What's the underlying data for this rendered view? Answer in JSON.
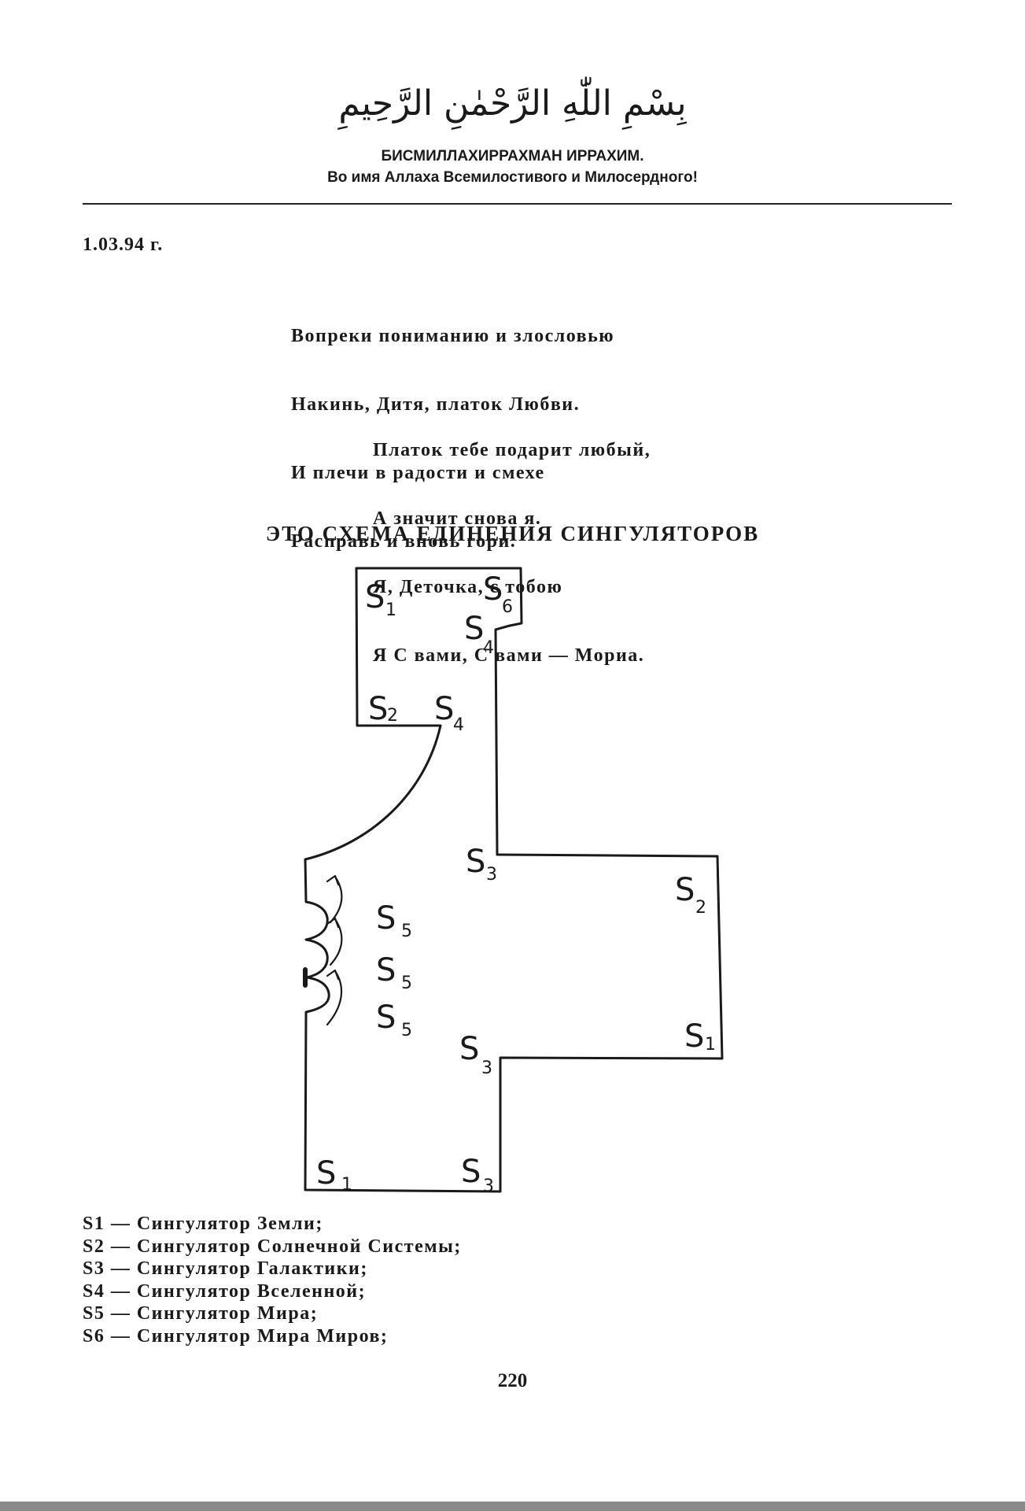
{
  "header": {
    "arabic": "بِسْمِ اللّٰهِ الرَّحْمٰنِ الرَّحِيمِ",
    "transliteration": "БИСМИЛЛАХИРРАХМАН ИРРАХИМ.",
    "translation": "Во имя Аллаха Всемилостивого и Милосердного!"
  },
  "date": "1.03.94 г.",
  "poem": {
    "stanza1": [
      "Вопреки пониманию и злословью",
      "Накинь, Дитя, платок Любви.",
      "И плечи в радости и смехе",
      "Расправь и вновь гори."
    ],
    "stanza2": [
      "Платок тебе подарит любый,",
      "А значит снова я.",
      "Я, Деточка, с тобою",
      "Я С вами, С вами — Мориа."
    ]
  },
  "scheme_title": "ЭТО СХЕМА ЕДИНЕНИЯ СИНГУЛЯТОРОВ",
  "diagram": {
    "labels": [
      {
        "id": "s1-top",
        "letter": "S",
        "index": "1"
      },
      {
        "id": "s6-top",
        "letter": "S",
        "index": "6"
      },
      {
        "id": "s4-top",
        "letter": "S",
        "index": "4"
      },
      {
        "id": "s2-left",
        "letter": "S",
        "index": "2"
      },
      {
        "id": "s4-mid",
        "letter": "S",
        "index": "4"
      },
      {
        "id": "s3-upper",
        "letter": "S",
        "index": "3"
      },
      {
        "id": "s2-right",
        "letter": "S",
        "index": "2"
      },
      {
        "id": "s5-a",
        "letter": "S",
        "index": "5"
      },
      {
        "id": "s5-b",
        "letter": "S",
        "index": "5"
      },
      {
        "id": "s5-c",
        "letter": "S",
        "index": "5"
      },
      {
        "id": "s1-right",
        "letter": "S",
        "index": "1"
      },
      {
        "id": "s3-lower",
        "letter": "S",
        "index": "3"
      },
      {
        "id": "s1-bottom",
        "letter": "S",
        "index": "1"
      },
      {
        "id": "s3-bottom",
        "letter": "S",
        "index": "3"
      }
    ]
  },
  "legend": [
    "S1 — Сингулятор Земли;",
    "S2 — Сингулятор Солнечной Системы;",
    "S3 — Сингулятор Галактики;",
    "S4 — Сингулятор Вселенной;",
    "S5 — Сингулятор Мира;",
    "S6 — Сингулятор Мира Миров;"
  ],
  "page_number": "220"
}
